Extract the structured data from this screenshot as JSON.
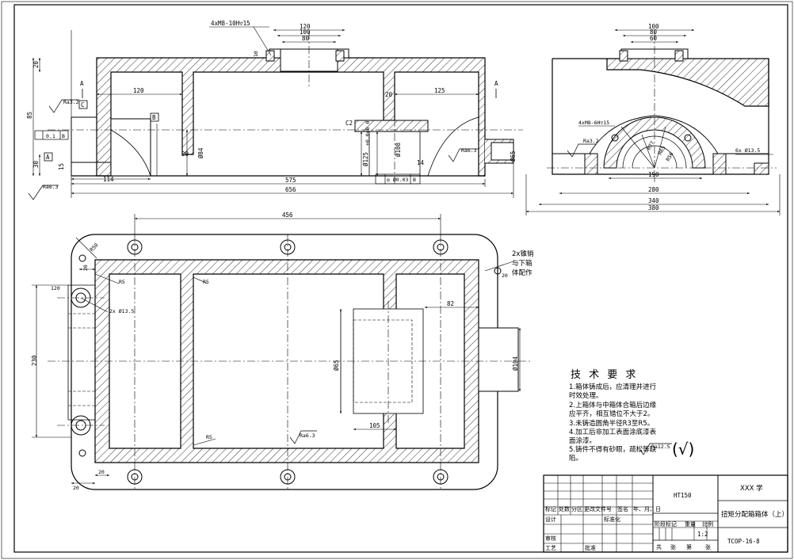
{
  "drawing": {
    "front_view": {
      "thread_callout": "4xM8-10H▽15",
      "top_dims": [
        "120",
        "100",
        "80"
      ],
      "dim_left_120": "120",
      "dim_right_125": "125",
      "dim_575": "575",
      "dim_656": "656",
      "dim_114": "114",
      "dim_85": "85",
      "dim_20_top": "20",
      "dim_30": "30",
      "dim_15": "15",
      "dim_20_mid": "20",
      "dim_20_right": "20",
      "dim_14": "14",
      "dim_10": "10",
      "dia_84": "Ø84",
      "dia_108": "Ø108",
      "dia_125": "Ø125",
      "dia_65": "Ø65",
      "tol_125": "+0.040\n0",
      "chamfer": "C2",
      "section_a": "A",
      "datum_c": "C",
      "datum_b": "B",
      "datum_a": "A",
      "ra_a": "Ra3.2",
      "ra_b": "Ra6.3",
      "ra_c": "Ra6.3",
      "gtol_perp": "0.1",
      "gtol_b": "B",
      "gtol_coax": "◎ Ø0.03",
      "gtol_coax_ref": "B"
    },
    "side_view": {
      "top_dims": [
        "100",
        "80",
        "60"
      ],
      "thread_callout": "4xM8-6H▽15",
      "ra": "Ra3.2",
      "radii": [
        "R77",
        "R65",
        "R50"
      ],
      "hole_callout": "6x Ø13.5",
      "dim_190": "190",
      "dim_280": "280",
      "dim_340": "340",
      "dim_380": "380"
    },
    "plan_view": {
      "dim_456": "456",
      "r_50": "R50",
      "r_5_a": "R5",
      "r_5_b": "R5",
      "r_5_c": "R5",
      "dim_20_a": "20",
      "dim_20_b": "20",
      "dim_20_c": "20",
      "dim_20_d": "20",
      "dim_120": "120",
      "dim_230": "230",
      "hole_callout": "2x Ø13.5",
      "dim_82": "82",
      "dia_65": "Ø65",
      "dim_105": "105",
      "dia_104": "Ø104",
      "ra": "Ra6.3",
      "pin_note": [
        "2x锥销",
        "与下箱",
        "体配作"
      ]
    },
    "tech_req": {
      "title": "技 术 要 求",
      "lines": [
        "1.箱体铸成后，应清理并进行",
        "时效处理。",
        "2.上箱体与中箱体合箱后边缘",
        "应平齐，相互错位不大于2。",
        "3.未铸造圆角半径R3至R5。",
        "4.加工后非加工表面涂底漆表",
        "面涂漆。",
        "5.铸件不得有砂眼，疏松等缺",
        "陷。"
      ],
      "ra_other": "Ra12.5",
      "paren_mark": "(√)"
    },
    "title_block": {
      "material": "HT150",
      "school": "XXX 学",
      "part_name": "扭矩分配箱箱体（上）",
      "drawing_no": "TCOP-16-8",
      "scale": "1:2",
      "hdr_labels": [
        "标记",
        "处数",
        "分区",
        "更改文件号",
        "签名",
        "年、月、日"
      ],
      "row_design": "设计",
      "row_std": "标准化",
      "row_review": "审核",
      "row_process": "工艺",
      "row_approve": "批准",
      "stage_labels": [
        "阶段标记",
        "重量",
        "比例"
      ],
      "sheet_labels": [
        "共",
        "张",
        "第",
        "张"
      ]
    }
  }
}
